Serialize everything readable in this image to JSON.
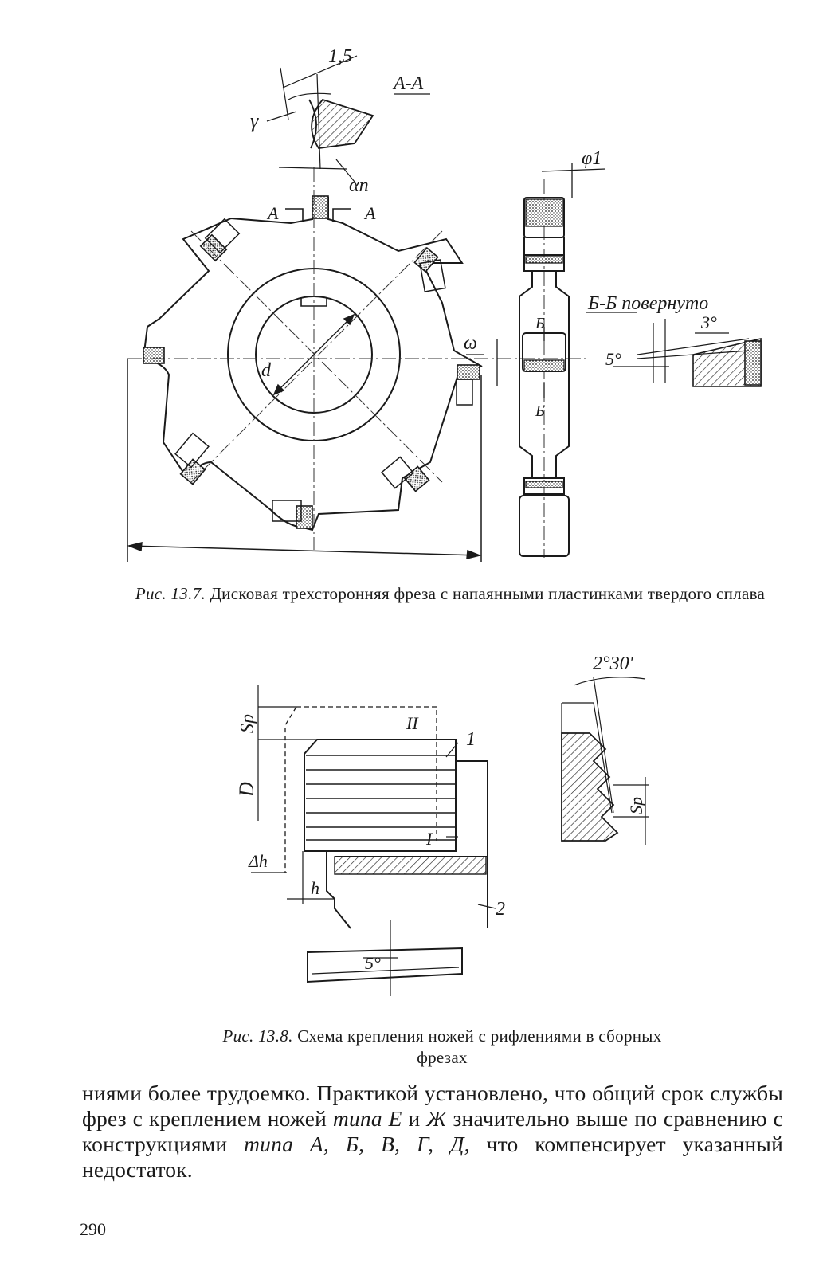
{
  "figure1": {
    "labels": {
      "dim_15": "1,5",
      "section_aa": "А-А",
      "gamma": "γ",
      "alpha_n": "αn",
      "phi1": "φ1",
      "cut_a_left": "А",
      "cut_a_right": "А",
      "section_bb": "Б-Б повернуто",
      "angle_3": "3°",
      "angle_5": "5°",
      "omega": "ω",
      "cut_b_top": "Б",
      "cut_b_bottom": "Б",
      "d": "d"
    },
    "caption": {
      "label": "Рис. 13.7.",
      "text": "Дисковая трехсторонняя фреза с напаянными пластинками твердого сплава"
    }
  },
  "figure2": {
    "labels": {
      "angle_230": "2°30′",
      "sp_left": "Sp",
      "roman_2": "II",
      "num_1": "1",
      "D": "D",
      "roman_1": "I",
      "delta_h": "Δh",
      "h": "h",
      "num_2": "2",
      "angle_5": "5°",
      "sp_right": "Sp"
    },
    "caption": {
      "label": "Рис. 13.8.",
      "text": "Схема крепления ножей с рифлениями в сборных фрезах"
    }
  },
  "body": {
    "t1": "ниями более трудоемко. Практикой установлено, что общий срок службы фрез с креплением ножей ",
    "type_e": "типа Е",
    "t2": " и ",
    "zh": "Ж",
    "t3": " значительно выше по сравнению с конструкциями ",
    "types": "типа А, Б, В, Г, Д,",
    "t4": " что компенсирует указанный недостаток."
  },
  "page_number": "290"
}
